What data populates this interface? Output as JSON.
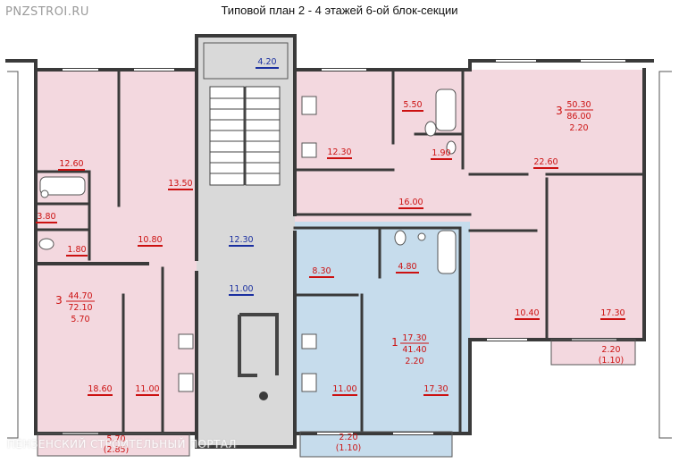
{
  "header": {
    "brand": "PNZSTROI.RU",
    "title": "Типовой план 2 - 4 этажей 6-ой блок-секции",
    "watermark": "ПЕНЗЕНСКИЙ СТРОИТЕЛЬНЫЙ ПОРТАЛ"
  },
  "colors": {
    "apartment_pink": "#f3d8df",
    "apartment_blue": "#c6dcec",
    "stairwell_gray": "#d9d9d9",
    "wall": "#3a3a3a",
    "label_red": "#cc1111",
    "label_blue": "#1a2fa0"
  },
  "rooms": {
    "stair_top": "4.20",
    "left_room_1": "12.60",
    "left_room_2": "13.50",
    "left_bath": "3.80",
    "left_wc": "1.80",
    "left_hall": "10.80",
    "left_sw_room": "18.60",
    "left_kitchen": "11.00",
    "left_loggia_top": "5.70",
    "left_loggia_bottom": "(2.85)",
    "corridor_upper": "12.30",
    "corridor_lower": "11.00",
    "upper_mid_bath": "5.50",
    "upper_mid_wc": "1.90",
    "upper_mid_kitchen": "12.30",
    "upper_mid_hall": "16.00",
    "right_room_top": "22.60",
    "right_room_mid": "10.40",
    "right_room_low": "17.30",
    "right_balcony_top": "2.20",
    "right_balcony_bottom": "(1.10)",
    "blue_hall": "8.30",
    "blue_bath": "4.80",
    "blue_kitchen": "11.00",
    "blue_room": "17.30",
    "blue_balcony_top": "2.20",
    "blue_balcony_bottom": "(1.10)"
  },
  "apartments": {
    "left": {
      "rooms": "3",
      "living": "44.70",
      "total": "72.10",
      "extra": "5.70"
    },
    "right": {
      "rooms": "3",
      "living": "50.30",
      "total": "86.00",
      "extra": "2.20"
    },
    "blue": {
      "rooms": "1",
      "living": "17.30",
      "total": "41.40",
      "extra": "2.20"
    }
  }
}
